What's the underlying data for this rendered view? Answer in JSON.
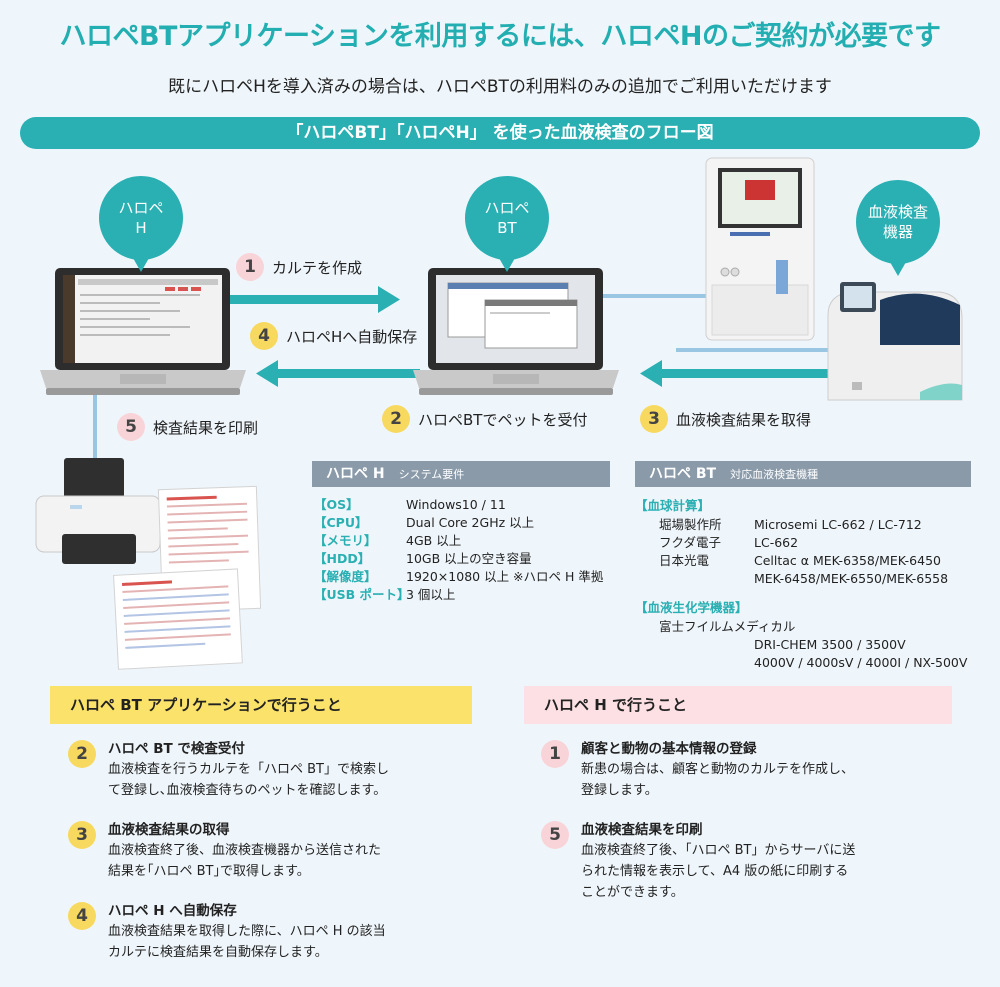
{
  "header": {
    "title": "ハロペBTアプリケーションを利用するには、ハロペHのご契約が必要です",
    "subtitle": "既にハロペHを導入済みの場合は、ハロペBTの利用料のみの追加でご利用いただけます",
    "flow_title": "「ハロペBT」「ハロペH」 を使った血液検査のフロー図"
  },
  "bubbles": {
    "h": "ハロペ\nH",
    "bt": "ハロペ\nBT",
    "device": "血液検査\n機器"
  },
  "steps": [
    {
      "num": "1",
      "label": "カルテを作成"
    },
    {
      "num": "4",
      "label": "ハロペHへ自動保存"
    },
    {
      "num": "5",
      "label": "検査結果を印刷"
    },
    {
      "num": "2",
      "label": "ハロペBTでペットを受付"
    },
    {
      "num": "3",
      "label": "血液検査結果を取得"
    }
  ],
  "system_req": {
    "name": "ハロペ H",
    "heading": "システム要件",
    "rows": [
      {
        "key": "【OS】",
        "value": "Windows10 / 11"
      },
      {
        "key": "【CPU】",
        "value": "Dual Core 2GHz 以上"
      },
      {
        "key": "【メモリ】",
        "value": "4GB 以上"
      },
      {
        "key": "【HDD】",
        "value": "10GB 以上の空き容量"
      },
      {
        "key": "【解像度】",
        "value": "1920×1080 以上 ※ハロペ H 準拠"
      },
      {
        "key": "【USB ポート】",
        "value": "3 個以上"
      }
    ]
  },
  "devices": {
    "name": "ハロペ BT",
    "heading": "対応血液検査機種",
    "cbc_title": "【血球計算】",
    "cbc": [
      {
        "maker": "堀場製作所",
        "models": "Microsemi LC-662 / LC-712"
      },
      {
        "maker": "フクダ電子",
        "models": "LC-662"
      },
      {
        "maker": "日本光電",
        "models": "Celltac α MEK-6358/MEK-6450"
      },
      {
        "maker": "",
        "models": "MEK-6458/MEK-6550/MEK-6558"
      }
    ],
    "chem_title": "【血液生化学機器】",
    "chem_maker": "富士フイルムメディカル",
    "chem_models": [
      "DRI-CHEM 3500 / 3500V",
      "4000V / 4000sV / 4000I / NX-500V"
    ]
  },
  "bt_tasks": {
    "title": "ハロペ BT アプリケーションで行うこと",
    "items": [
      {
        "num": "2",
        "heading": "ハロペ BT で検査受付",
        "body": "血液検査を行うカルテを「ハロペ BT」で検索し\nて登録し､血液検査待ちのペットを確認します。"
      },
      {
        "num": "3",
        "heading": "血液検査結果の取得",
        "body": "血液検査終了後、血液検査機器から送信された\n結果を｢ハロペ BT｣で取得します。"
      },
      {
        "num": "4",
        "heading": "ハロペ H へ自動保存",
        "body": "血液検査結果を取得した際に、ハロペ H の該当\nカルテに検査結果を自動保存します。"
      }
    ]
  },
  "h_tasks": {
    "title": "ハロペ H で行うこと",
    "items": [
      {
        "num": "1",
        "heading": "顧客と動物の基本情報の登録",
        "body": "新患の場合は、顧客と動物のカルテを作成し、\n登録します。"
      },
      {
        "num": "5",
        "heading": "血液検査結果を印刷",
        "body": "血液検査終了後、「ハロペ BT」からサーバに送\nられた情報を表示して、A4 版の紙に印刷する\nことができます。"
      }
    ]
  },
  "colors": {
    "teal": "#2aafb2",
    "gray_bar": "#8a9aa9",
    "yellow": "#f7d960",
    "pink": "#f8d4d8",
    "connector": "#99c7e3"
  }
}
